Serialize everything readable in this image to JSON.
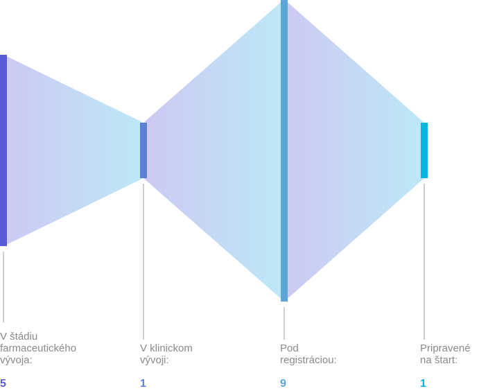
{
  "chart_data": {
    "type": "funnel",
    "categories": [
      "V štádiu\nfarmaceutického\nvývoja:",
      "V klinickom\nvývoji:",
      "Pod\nregistráciou:",
      "Pripravené\nna štart:"
    ],
    "values": [
      5,
      1,
      9,
      1
    ],
    "value_labels": [
      "5",
      "1",
      "9",
      "1"
    ],
    "bar_colors": [
      "#5a5ad6",
      "#5b7fd6",
      "#5aa6d6",
      "#0ab4e0"
    ],
    "gradient_colors": [
      "#cdc9f3",
      "#bce8f6"
    ],
    "leader_color": "#bdbdbd",
    "label_color": "#8a8a8a"
  }
}
